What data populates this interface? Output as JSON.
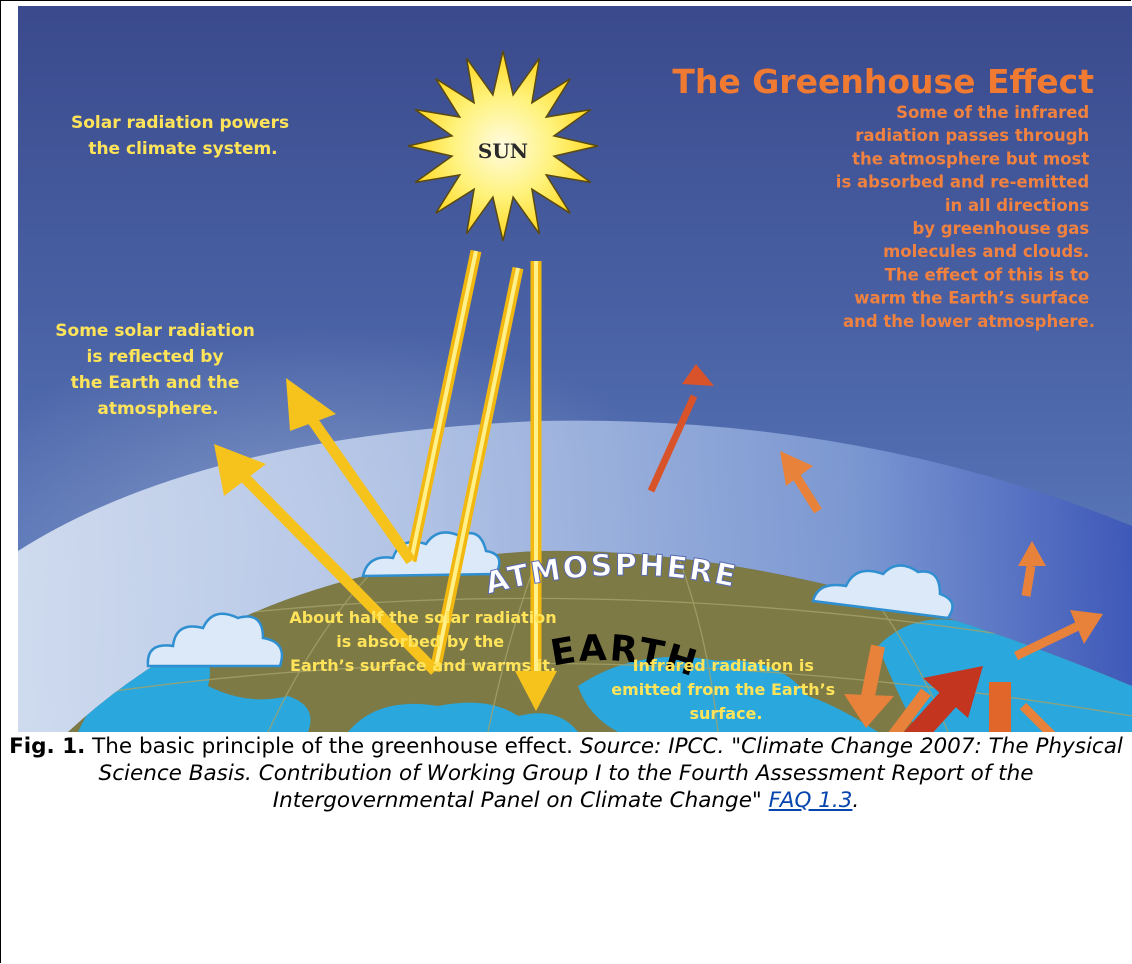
{
  "diagram": {
    "title": "The Greenhouse Effect",
    "sun_label": "SUN",
    "atmosphere_label": "ATMOSPHERE",
    "earth_label": "EARTH",
    "solar_power_text": [
      "Solar radiation powers",
      "the climate system."
    ],
    "reflected_text": [
      "Some solar radiation",
      "is reflected by",
      "the Earth and the",
      "atmosphere."
    ],
    "greenhouse_text": [
      "Some of the infrared",
      "radiation passes through",
      "the atmosphere but most",
      "is absorbed and re-emitted",
      "in all directions",
      "by greenhouse gas",
      "molecules and clouds.",
      "The effect of this is to",
      "warm the Earth’s surface",
      "and the lower atmosphere."
    ],
    "absorbed_text": [
      "About half the solar radiation",
      "is absorbed by the",
      "Earth’s surface and warms it."
    ],
    "infrared_text": [
      "Infrared radiation is",
      "emitted from the Earth’s",
      "surface."
    ]
  },
  "colors": {
    "sky_top": "#3b4b8e",
    "sky_bottom": "#5a7bbf",
    "earth": "#7d7a45",
    "ocean": "#2aa7dc",
    "sun": "#ffe84a",
    "solar_arrow": "#f6c21c",
    "infrared_arrow": "#e0662a",
    "title": "#f07a32",
    "yellow_text": "#ffe45a",
    "orange_text": "#f0813f"
  },
  "caption": {
    "lead": "Fig. 1.",
    "text": " The basic principle of the greenhouse effect. ",
    "source": "Source: IPCC. \"Climate Change 2007: The Physical Science Basis. Contribution of Working Group I to the Fourth Assessment Report of the Intergovernmental Panel on Climate Change\" ",
    "link": "FAQ 1.3",
    "end": "."
  }
}
